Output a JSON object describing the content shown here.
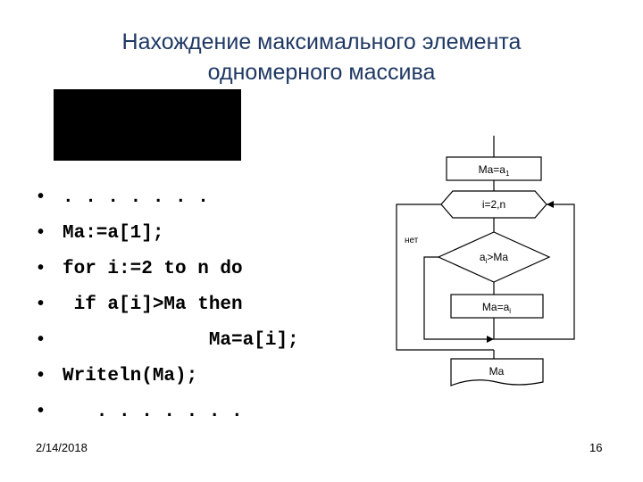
{
  "slide": {
    "title_line1": "Нахождение максимального элемента",
    "title_line2": "одномерного массива",
    "date": "2/14/2018",
    "page_number": "16",
    "title_color": "#1f3864"
  },
  "code": {
    "bullet": "•",
    "lines": [
      ". . . . . . .",
      "Ma:=a[1];",
      "for i:=2 to n do",
      " if a[i]>Ma then",
      "             Ma=a[i];",
      "Writeln(Ma);",
      "   . . . . . . ."
    ]
  },
  "flowchart": {
    "assign_init": {
      "main": "Ma=a",
      "sub": "1"
    },
    "loop": "i=2,n",
    "decision": {
      "pre": "a",
      "sub": "i",
      "post": ">Ma"
    },
    "no_label": "нет",
    "assign_update": {
      "main": "Ma=a",
      "sub": "i"
    },
    "output": "Ma"
  }
}
